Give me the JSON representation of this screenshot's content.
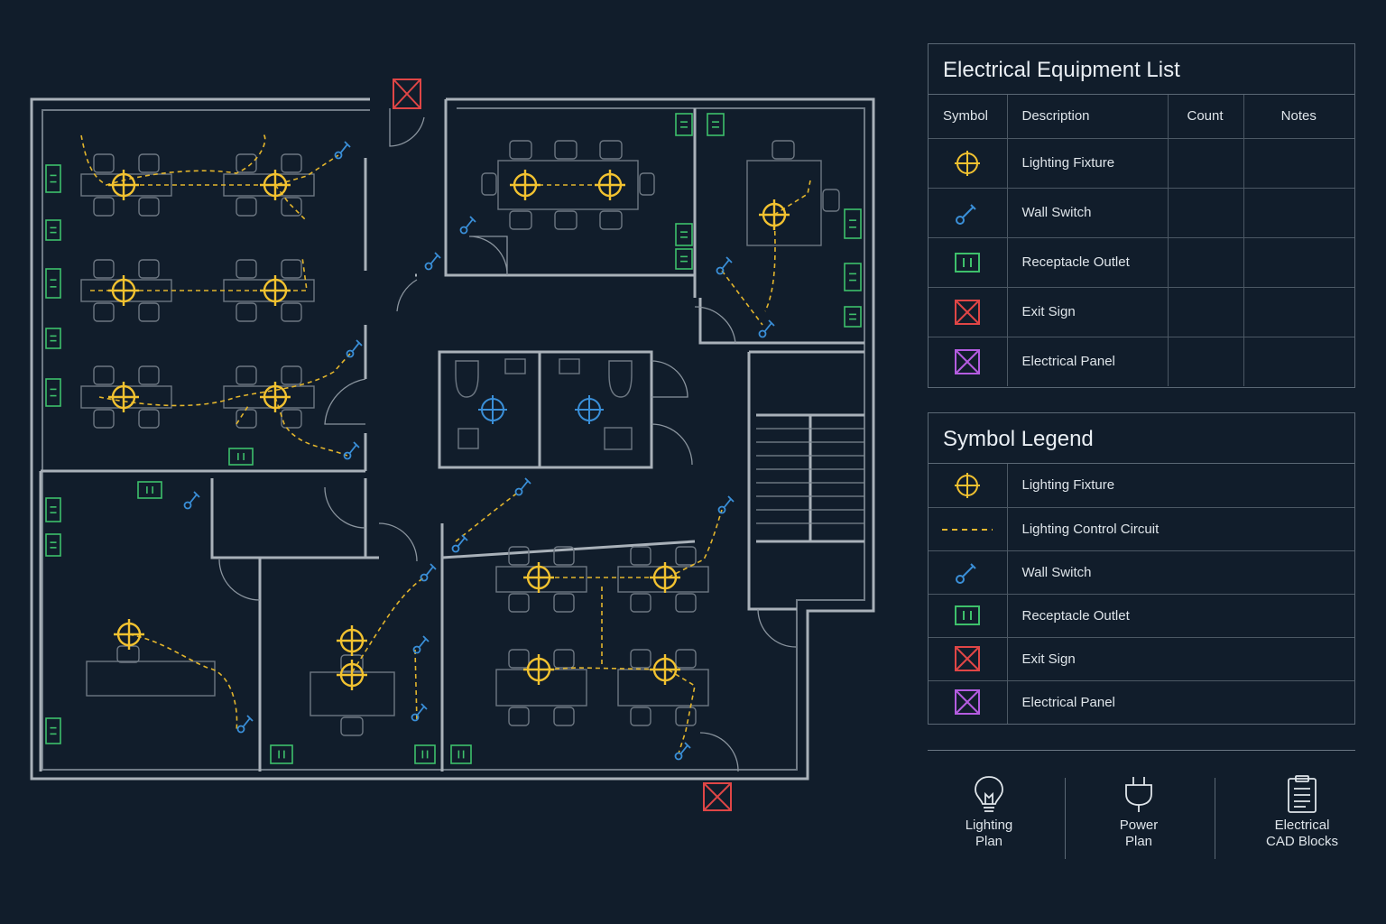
{
  "equipment_list": {
    "title": "Electrical Equipment List",
    "headers": [
      "Symbol",
      "Description",
      "Count",
      "Notes"
    ],
    "rows": [
      {
        "icon": "lighting-fixture-icon",
        "description": "Lighting Fixture",
        "count": "",
        "notes": ""
      },
      {
        "icon": "wall-switch-icon",
        "description": "Wall Switch",
        "count": "",
        "notes": ""
      },
      {
        "icon": "receptacle-outlet-icon",
        "description": "Receptacle Outlet",
        "count": "",
        "notes": ""
      },
      {
        "icon": "exit-sign-icon",
        "description": "Exit Sign",
        "count": "",
        "notes": ""
      },
      {
        "icon": "electrical-panel-icon",
        "description": "Electrical Panel",
        "count": "",
        "notes": ""
      }
    ]
  },
  "symbol_legend": {
    "title": "Symbol Legend",
    "rows": [
      {
        "icon": "lighting-fixture-icon",
        "label": "Lighting Fixture"
      },
      {
        "icon": "lighting-control-circuit-icon",
        "label": "Lighting Control Circuit"
      },
      {
        "icon": "wall-switch-icon",
        "label": "Wall Switch"
      },
      {
        "icon": "receptacle-outlet-icon",
        "label": "Receptacle Outlet"
      },
      {
        "icon": "exit-sign-icon",
        "label": "Exit Sign"
      },
      {
        "icon": "electrical-panel-icon",
        "label": "Electrical Panel"
      }
    ]
  },
  "tools": [
    {
      "icon": "lightbulb-icon",
      "line1": "Lighting",
      "line2": "Plan"
    },
    {
      "icon": "power-plug-icon",
      "line1": "Power",
      "line2": "Plan"
    },
    {
      "icon": "clipboard-icon",
      "line1": "Electrical",
      "line2": "CAD Blocks"
    }
  ],
  "colors": {
    "background": "#111d2b",
    "wall": "#a9b1b9",
    "lighting_fixture": "#f2c230",
    "circuit": "#e3b52c",
    "wall_switch": "#3a8fd8",
    "receptacle": "#3ec06b",
    "exit_sign": "#e04646",
    "electrical_panel": "#b45ce0",
    "furniture": "#6d7782"
  }
}
